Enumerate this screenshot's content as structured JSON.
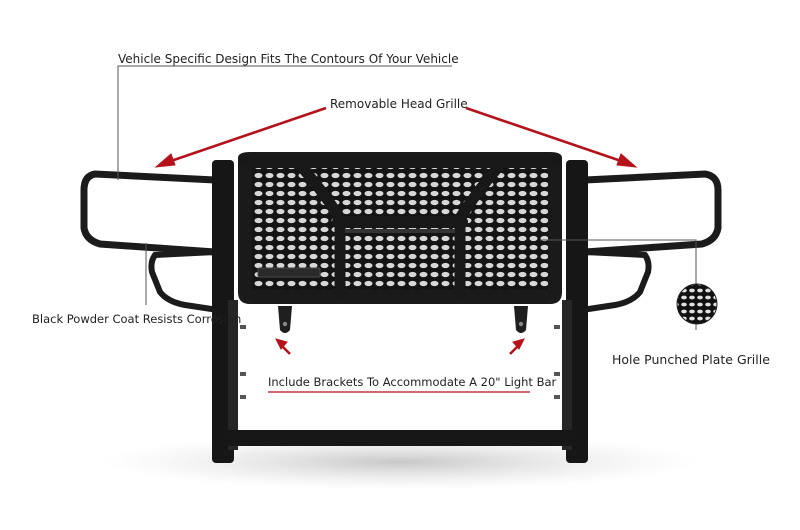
{
  "callouts": {
    "vehicle_design": "Vehicle Specific Design Fits The Contours Of Your Vehicle",
    "head_grille": "Removable Head Grille",
    "powder_coat": "Black Powder Coat Resists Corrosion",
    "light_bar": "Include Brackets To Accommodate A 20\" Light Bar",
    "plate_grille": "Hole Punched Plate Grille"
  },
  "colors": {
    "accent": "#b5121b",
    "frame": "#1a1a1a",
    "leader": "#555555",
    "text": "#222222"
  },
  "icons": {
    "head_grille_arrows": "arrow-icon",
    "bracket_arrows": "arrow-icon",
    "plate_swatch": "honeycomb-swatch-icon"
  }
}
